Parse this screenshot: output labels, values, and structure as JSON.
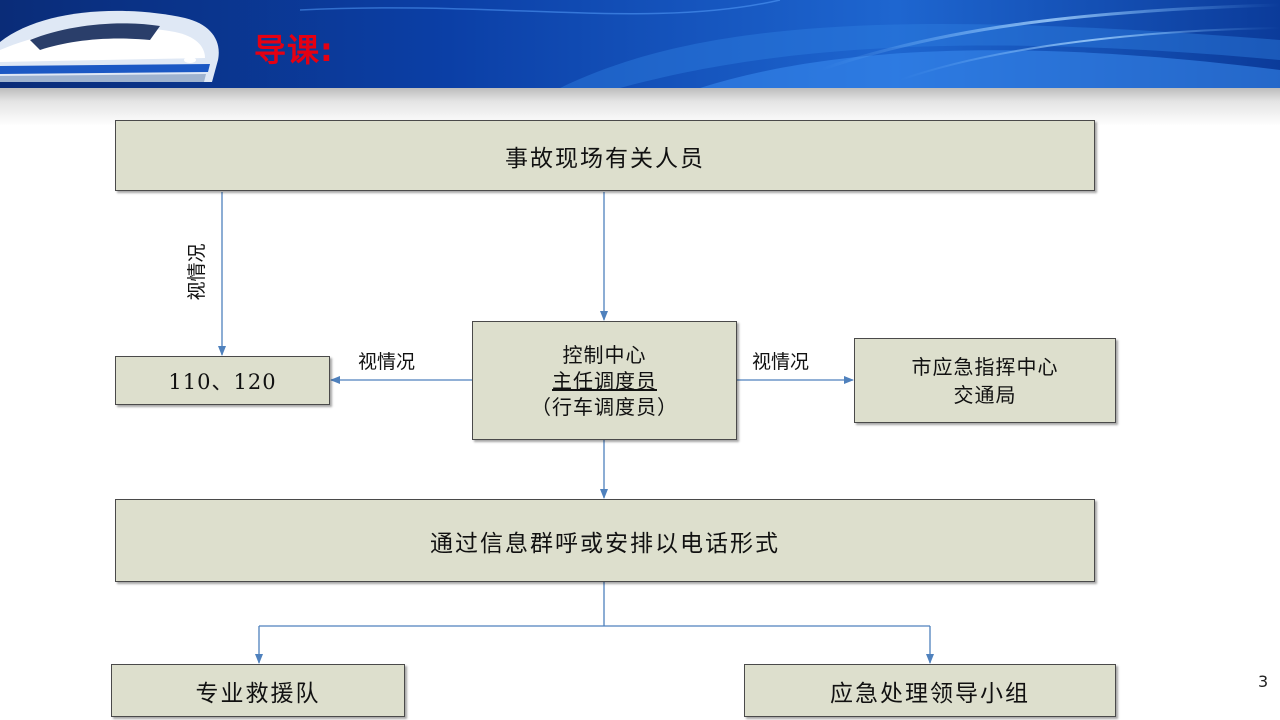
{
  "header": {
    "title": "导课:"
  },
  "diagram": {
    "nodes": {
      "accident_personnel": "事故现场有关人员",
      "emergency_numbers": "110、120",
      "control_center": [
        "控制中心",
        "主任调度员",
        "（行车调度员）"
      ],
      "city_command": [
        "市应急指挥中心",
        "交通局"
      ],
      "notification": "通过信息群呼或安排以电话形式",
      "rescue_team": "专业救援队",
      "leadership_group": "应急处理领导小组"
    },
    "edge_labels": {
      "vertical": "视情况",
      "left": "视情况",
      "right": "视情况"
    }
  },
  "page_number": "3",
  "colors": {
    "box_fill": "#dddfcd",
    "arrow": "#4f81bd",
    "title": "#e50012",
    "banner": "#0a3d9e"
  }
}
